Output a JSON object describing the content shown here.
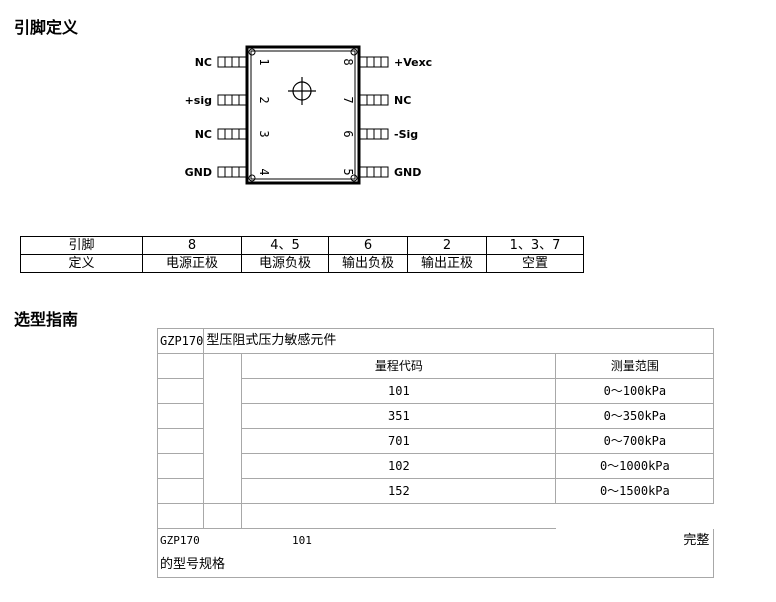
{
  "section_pins": {
    "title": "引脚定义"
  },
  "pinout": {
    "left": [
      {
        "num": "1",
        "label": "NC"
      },
      {
        "num": "2",
        "label": "+sig"
      },
      {
        "num": "3",
        "label": "NC"
      },
      {
        "num": "4",
        "label": "GND"
      }
    ],
    "right": [
      {
        "num": "8",
        "label": "+Vexc"
      },
      {
        "num": "7",
        "label": "NC"
      },
      {
        "num": "6",
        "label": "-Sig"
      },
      {
        "num": "5",
        "label": "GND"
      }
    ]
  },
  "pin_table": {
    "row1": [
      "引脚",
      "8",
      "4、5",
      "6",
      "2",
      "1、3、7"
    ],
    "row2": [
      "定义",
      "电源正极",
      "电源负极",
      "输出负极",
      "输出正极",
      "空置"
    ]
  },
  "section_select": {
    "title": "选型指南"
  },
  "selection": {
    "model": "GZP170",
    "description": "型压阻式压力敏感元件",
    "col_code": "量程代码",
    "col_range": "测量范围",
    "rows": [
      {
        "code": "101",
        "range": "0～100kPa"
      },
      {
        "code": "351",
        "range": "0～350kPa"
      },
      {
        "code": "701",
        "range": "0～700kPa"
      },
      {
        "code": "102",
        "range": "0～1000kPa"
      },
      {
        "code": "152",
        "range": "0～1500kPa"
      }
    ],
    "example_model": "GZP170",
    "example_code": "101",
    "example_suffix": "完整",
    "example_caption": "的型号规格"
  }
}
